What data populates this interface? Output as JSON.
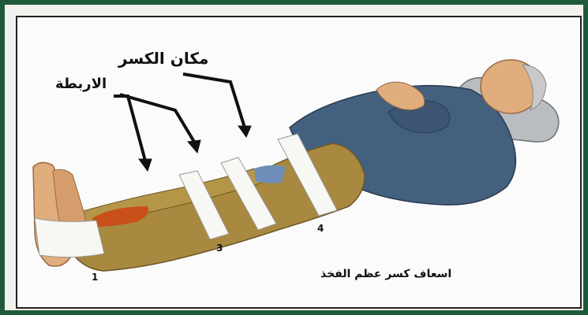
{
  "labels": {
    "fracture_site": "مكان الكسر",
    "bandages": "الاربطة",
    "caption": "اسعاف كسر عظم الفخذ"
  },
  "band_numbers": [
    "1",
    "3",
    "4"
  ],
  "colors": {
    "frame": "#1f5a3a",
    "border": "#222222",
    "shirt": "#44607f",
    "trousers": "#a8893f",
    "skin": "#e0ad7d",
    "bandage": "#f7f7f4",
    "pillow": "#b9bcc0",
    "red_cloth": "#c85018"
  }
}
